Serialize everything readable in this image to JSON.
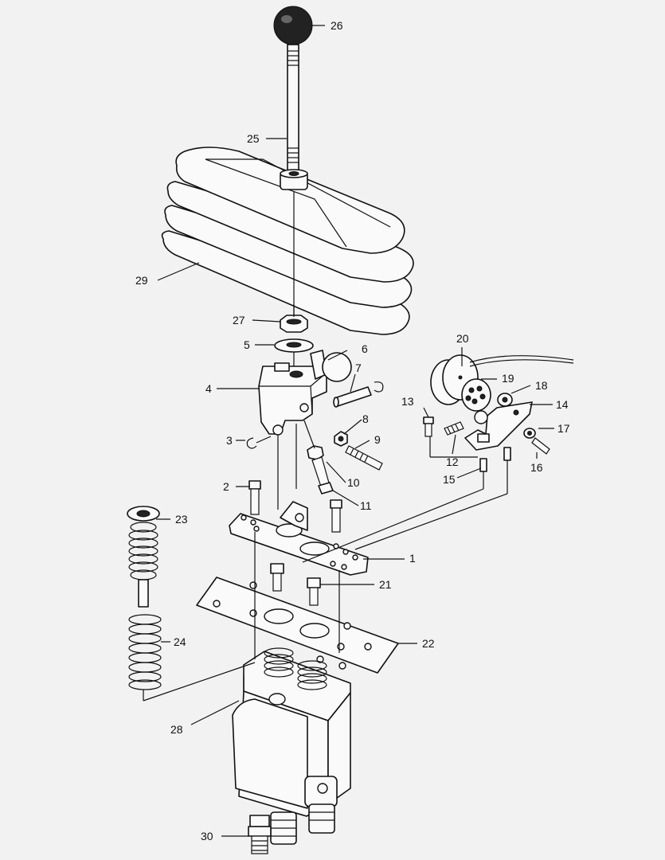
{
  "diagram": {
    "labels": [
      {
        "id": "p1",
        "text": "1"
      },
      {
        "id": "p2",
        "text": "2"
      },
      {
        "id": "p3",
        "text": "3"
      },
      {
        "id": "p4",
        "text": "4"
      },
      {
        "id": "p5",
        "text": "5"
      },
      {
        "id": "p6",
        "text": "6"
      },
      {
        "id": "p7",
        "text": "7"
      },
      {
        "id": "p8",
        "text": "8"
      },
      {
        "id": "p9",
        "text": "9"
      },
      {
        "id": "p10",
        "text": "10"
      },
      {
        "id": "p11",
        "text": "11"
      },
      {
        "id": "p12",
        "text": "12"
      },
      {
        "id": "p13",
        "text": "13"
      },
      {
        "id": "p14",
        "text": "14"
      },
      {
        "id": "p15",
        "text": "15"
      },
      {
        "id": "p16",
        "text": "16"
      },
      {
        "id": "p17",
        "text": "17"
      },
      {
        "id": "p18",
        "text": "18"
      },
      {
        "id": "p19",
        "text": "19"
      },
      {
        "id": "p20",
        "text": "20"
      },
      {
        "id": "p21",
        "text": "21"
      },
      {
        "id": "p22",
        "text": "22"
      },
      {
        "id": "p23",
        "text": "23"
      },
      {
        "id": "p24",
        "text": "24"
      },
      {
        "id": "p25",
        "text": "25"
      },
      {
        "id": "p26",
        "text": "26"
      },
      {
        "id": "p27",
        "text": "27"
      },
      {
        "id": "p28",
        "text": "28"
      },
      {
        "id": "p29",
        "text": "29"
      },
      {
        "id": "p30",
        "text": "30"
      }
    ]
  }
}
